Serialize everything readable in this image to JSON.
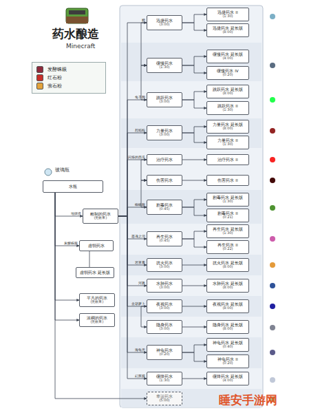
{
  "diagram": {
    "title": "药水酿造",
    "nodes": [
      {
        "text": [
          "水瓶"
        ]
      },
      {
        "text": [
          "粗制的药水",
          "(无效果)"
        ]
      },
      {
        "text": [
          "虚弱药水"
        ]
      },
      {
        "text": [
          "虚弱药水 延长版"
        ]
      },
      {
        "text": [
          "平凡的药水",
          "(无效果)"
        ]
      },
      {
        "text": [
          "浓稠的药水",
          "(无效果)"
        ]
      },
      {
        "text": [
          "迅捷药水",
          "(3:00)"
        ]
      },
      {
        "text": [
          "缓慢药水",
          "(1:30)"
        ]
      },
      {
        "text": [
          "跳跃药水",
          "(3:00)"
        ]
      },
      {
        "text": [
          "力量药水",
          "(3:00)"
        ]
      },
      {
        "text": [
          "治疗药水"
        ]
      },
      {
        "text": [
          "伤害药水"
        ]
      },
      {
        "text": [
          "剧毒药水",
          "(0:45)"
        ]
      },
      {
        "text": [
          "再生药水",
          "(0:45)"
        ]
      },
      {
        "text": [
          "抗火药水",
          "(3:00)"
        ]
      },
      {
        "text": [
          "水肺药水",
          "(3:00)"
        ]
      },
      {
        "text": [
          "夜视药水",
          "(3:00)"
        ]
      },
      {
        "text": [
          "隐身药水",
          "(3:00)"
        ]
      },
      {
        "text": [
          "神龟药水",
          "(0:20)"
        ]
      },
      {
        "text": [
          "缓降药水",
          "(1:30)"
        ]
      },
      {
        "text": [
          "幸运药水",
          "(5:00)"
        ]
      },
      {
        "text": [
          "迅捷药水 II",
          "(1:30)"
        ]
      },
      {
        "text": [
          "迅捷药水 延长版",
          "(8:00)"
        ]
      },
      {
        "text": [
          "缓慢药水 延长版",
          "(4:00)"
        ]
      },
      {
        "text": [
          "缓慢药水 IV",
          "(0:20)"
        ]
      },
      {
        "text": [
          "跳跃药水 延长版",
          "(8:00)"
        ]
      },
      {
        "text": [
          "跳跃药水 II",
          "(1:30)"
        ]
      },
      {
        "text": [
          "力量药水 延长版",
          "(8:00)"
        ]
      },
      {
        "text": [
          "力量药水 II",
          "(1:30)"
        ]
      },
      {
        "text": [
          "治疗药水 II"
        ]
      },
      {
        "text": [
          "伤害药水 II"
        ]
      },
      {
        "text": [
          "剧毒药水 延长版",
          "(1:30)"
        ]
      },
      {
        "text": [
          "剧毒药水 II",
          "(0:21)"
        ]
      },
      {
        "text": [
          "再生药水 延长版",
          "(1:30)"
        ]
      },
      {
        "text": [
          "再生药水 II",
          "(0:22)"
        ]
      },
      {
        "text": [
          "抗火药水 延长版",
          "(8:00)"
        ]
      },
      {
        "text": [
          "水肺药水 延长版",
          "(8:00)"
        ]
      },
      {
        "text": [
          "夜视药水 延长版",
          "(8:00)"
        ]
      },
      {
        "text": [
          "隐身药水 延长版",
          "(8:00)"
        ]
      },
      {
        "text": [
          "神龟药水 延长版",
          "(0:40)"
        ]
      },
      {
        "text": [
          "神龟药水 II",
          "(0:20)"
        ]
      },
      {
        "text": [
          "缓降药水 延长版",
          "(4:00)"
        ]
      }
    ],
    "edges": [
      {
        "from": 0,
        "to": 1,
        "arrow": "to",
        "label": "地狱疣"
      },
      {
        "from": 0,
        "to": 2,
        "arrow": "to",
        "label": "发酵蛛眼"
      },
      {
        "from": 2,
        "to": 3,
        "arrow": "to"
      },
      {
        "from": 0,
        "to": 4,
        "arrow": "to"
      },
      {
        "from": 0,
        "to": 5,
        "arrow": "to"
      },
      {
        "from": 0,
        "to": 20,
        "arrow": "to"
      },
      {
        "from": 1,
        "to": 6,
        "arrow": "to",
        "label": "糖"
      },
      {
        "from": 1,
        "to": 8,
        "arrow": "to",
        "label": "兔子脚"
      },
      {
        "from": 1,
        "to": 9,
        "arrow": "to",
        "label": "烈焰粉"
      },
      {
        "from": 1,
        "to": 10,
        "arrow": "to",
        "label": "闪烁的西瓜"
      },
      {
        "from": 1,
        "to": 12,
        "arrow": "to",
        "label": "蜘蛛眼"
      },
      {
        "from": 1,
        "to": 13,
        "arrow": "to",
        "label": "恶魂之泪"
      },
      {
        "from": 1,
        "to": 14,
        "arrow": "to",
        "label": "岩浆膏"
      },
      {
        "from": 1,
        "to": 15,
        "arrow": "to",
        "label": "河豚"
      },
      {
        "from": 1,
        "to": 16,
        "arrow": "to",
        "label": "金胡萝卜"
      },
      {
        "from": 1,
        "to": 18,
        "arrow": "to",
        "label": "海龟壳"
      },
      {
        "from": 1,
        "to": 19,
        "arrow": "to",
        "label": "幻翼膜"
      },
      {
        "from": 6,
        "to": 7,
        "arrow": "to"
      },
      {
        "from": 8,
        "to": 7,
        "arrow": "to"
      },
      {
        "from": 10,
        "to": 11,
        "arrow": "to"
      },
      {
        "from": 12,
        "to": 11,
        "arrow": "to"
      },
      {
        "from": 16,
        "to": 17,
        "arrow": "to"
      },
      {
        "from": 6,
        "to": 21,
        "arrow": "to"
      },
      {
        "from": 6,
        "to": 22,
        "arrow": "to"
      },
      {
        "from": 7,
        "to": 23,
        "arrow": "to"
      },
      {
        "from": 7,
        "to": 24,
        "arrow": "to"
      },
      {
        "from": 8,
        "to": 25,
        "arrow": "to"
      },
      {
        "from": 8,
        "to": 26,
        "arrow": "to"
      },
      {
        "from": 9,
        "to": 27,
        "arrow": "to"
      },
      {
        "from": 9,
        "to": 28,
        "arrow": "to"
      },
      {
        "from": 10,
        "to": 29,
        "arrow": "to"
      },
      {
        "from": 11,
        "to": 30,
        "arrow": "to"
      },
      {
        "from": 12,
        "to": 31,
        "arrow": "to"
      },
      {
        "from": 12,
        "to": 32,
        "arrow": "to"
      },
      {
        "from": 13,
        "to": 33,
        "arrow": "to"
      },
      {
        "from": 13,
        "to": 34,
        "arrow": "to"
      },
      {
        "from": 14,
        "to": 35,
        "arrow": "to"
      },
      {
        "from": 15,
        "to": 36,
        "arrow": "to"
      },
      {
        "from": 16,
        "to": 37,
        "arrow": "to"
      },
      {
        "from": 17,
        "to": 38,
        "arrow": "to"
      },
      {
        "from": 18,
        "to": 39,
        "arrow": "to"
      },
      {
        "from": 18,
        "to": 40,
        "arrow": "to"
      },
      {
        "from": 19,
        "to": 41,
        "arrow": "to"
      }
    ],
    "labels": [
      "Minecraft",
      "玻璃瓶",
      "睡安手游网"
    ],
    "legend": [
      {
        "text": "发酵蛛眼",
        "color": "#8e2b3c"
      },
      {
        "text": "红石粉",
        "color": "#c8302a"
      },
      {
        "text": "萤石粉",
        "color": "#e3a33c"
      }
    ]
  }
}
